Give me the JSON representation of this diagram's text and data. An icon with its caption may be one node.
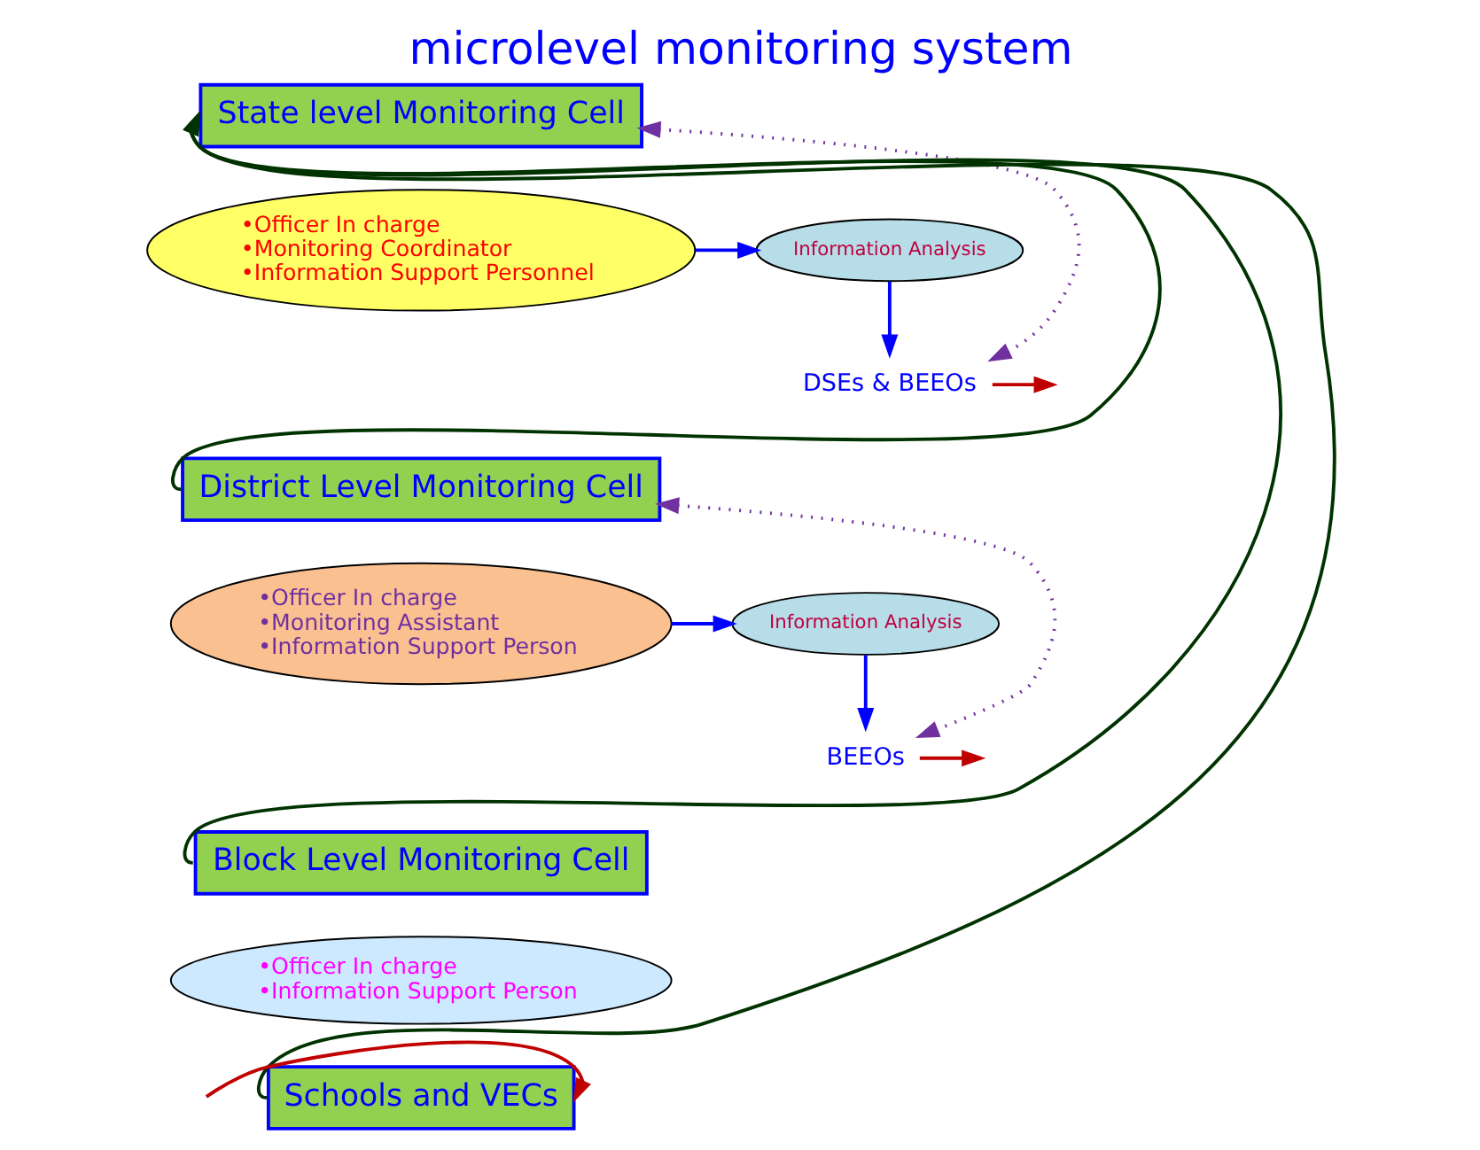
{
  "diagram": {
    "title": "microlevel monitoring system",
    "nodes": [
      {
        "text": [
          "State level Monitoring Cell"
        ]
      },
      {
        "text": [
          "•Officer In charge",
          "•Monitoring Coordinator",
          "•Information Support Personnel"
        ]
      },
      {
        "text": [
          "Information Analysis"
        ]
      },
      {
        "text": [
          "DSEs & BEEOs"
        ]
      },
      {
        "text": [
          "District Level Monitoring Cell"
        ]
      },
      {
        "text": [
          "•Officer In charge",
          "•Monitoring Assistant",
          "•Information Support Person"
        ]
      },
      {
        "text": [
          "Information Analysis"
        ]
      },
      {
        "text": [
          "BEEOs"
        ]
      },
      {
        "text": [
          "Block Level Monitoring Cell"
        ]
      },
      {
        "text": [
          "•Officer In charge",
          "•Information Support Person"
        ]
      },
      {
        "text": [
          "Schools and VECs"
        ]
      }
    ],
    "edges": [
      {
        "from": 4,
        "to": 0,
        "arrow": "to",
        "color": "#003300"
      },
      {
        "from": 8,
        "to": 0,
        "arrow": "to",
        "color": "#003300"
      },
      {
        "from": 10,
        "to": 0,
        "arrow": "to",
        "color": "#003300"
      },
      {
        "from": 1,
        "to": 2,
        "arrow": "to",
        "color": "#0000ff"
      },
      {
        "from": 2,
        "to": 3,
        "arrow": "to",
        "color": "#0000ff"
      },
      {
        "from": 0,
        "to": 3,
        "arrow": "both",
        "style": "dashed",
        "color": "#7030a0"
      },
      {
        "from": 3,
        "to": null,
        "arrow": "to",
        "color": "#c00000"
      },
      {
        "from": 5,
        "to": 6,
        "arrow": "to",
        "color": "#0000ff"
      },
      {
        "from": 6,
        "to": 7,
        "arrow": "to",
        "color": "#0000ff"
      },
      {
        "from": 4,
        "to": 7,
        "arrow": "both",
        "style": "dashed",
        "color": "#7030a0"
      },
      {
        "from": 7,
        "to": null,
        "arrow": "to",
        "color": "#c00000"
      },
      {
        "from": null,
        "to": 10,
        "arrow": "to",
        "color": "#c00000"
      }
    ]
  }
}
